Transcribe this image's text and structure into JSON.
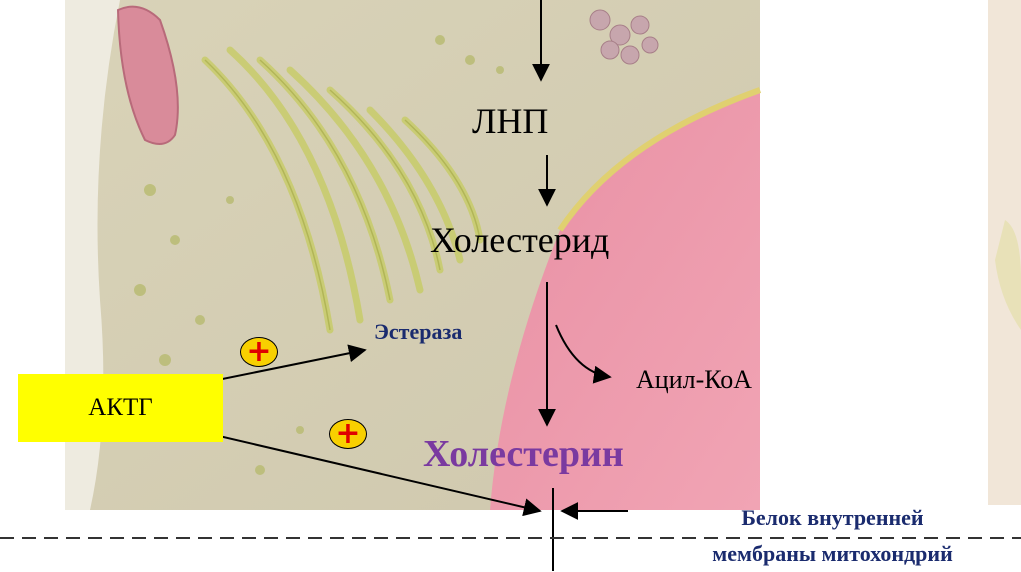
{
  "diagram": {
    "nodes": {
      "lnp": "ЛНП",
      "cholesterid": "Холестерид",
      "esteraza": "Эстераза",
      "acyl_coa": "Ацил-КоА",
      "cholesterin": "Холестерин",
      "actg": "АКТГ",
      "protein_line1": "Белок внутренней",
      "protein_line2": "мембраны митохондрий"
    },
    "activator_symbol": "+",
    "colors": {
      "actg_box": "#ffff00",
      "badge_fill": "#f8d000",
      "plus_sign": "#e00000",
      "enzyme_text": "#1a2b6e",
      "cholesterin_text": "#7a3aa0",
      "membrane_dash": "#333333"
    }
  }
}
